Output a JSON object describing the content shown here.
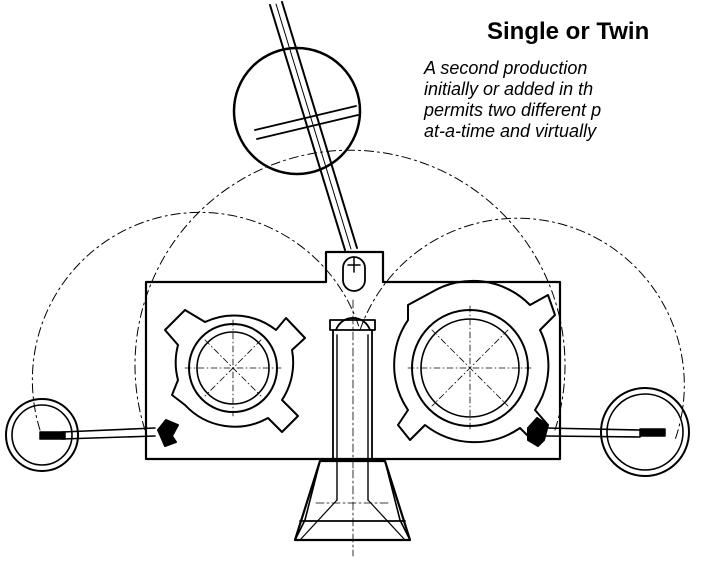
{
  "heading": "Single or Twin",
  "description_lines": [
    " A second production",
    "initially or added in th",
    "permits two different p",
    "at-a-time and virtually"
  ]
}
